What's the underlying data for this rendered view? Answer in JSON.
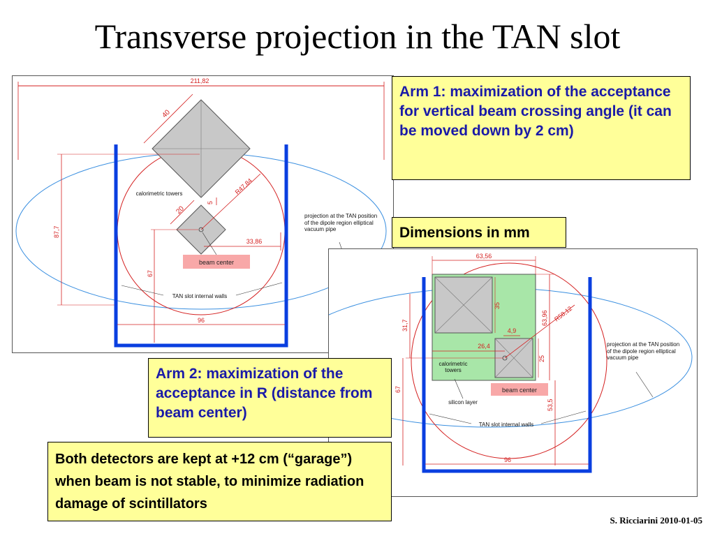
{
  "slide": {
    "title": "Transverse projection in the TAN slot",
    "footer": "S. Ricciarini 2010-01-05"
  },
  "notes": {
    "arm1": "Arm 1: maximization of the acceptance for vertical beam crossing angle (it can be moved down by 2 cm)",
    "dimensions": "Dimensions in mm",
    "arm2": "Arm 2: maximization of the acceptance in R (distance from beam center)",
    "garage": "Both detectors are kept at +12 cm (“garage”) when beam is not stable, to minimize radiation damage of scintillators"
  },
  "arm1_drawing": {
    "dim_width": "211,82",
    "dim_tower_large": "40",
    "dim_tower_small": "20",
    "dim_gap": "5",
    "dim_radius": "R47,84",
    "dim_offset": "33,86",
    "dim_height": "87,7",
    "dim_height_lower": "67",
    "dim_slot_width": "96",
    "label_towers": "calorimetric towers",
    "label_projection": "projection at the TAN position of the dipole region elliptical vacuum pipe",
    "label_beam_center": "beam center",
    "label_walls": "TAN slot internal walls"
  },
  "arm2_drawing": {
    "dim_width": "63,56",
    "dim_tower_large": "35",
    "dim_height_right": "63,96",
    "dim_radius": "R58,12",
    "dim_gap": "4,9",
    "dim_offset": "26,4",
    "dim_left": "31,7",
    "dim_tower_small": "25",
    "dim_lower_left": "67",
    "dim_lower_right": "53,5",
    "dim_slot_width": "96",
    "label_towers": "calorimetric towers",
    "label_beam_center": "beam center",
    "label_silicon": "silicon layer",
    "label_projection": "projection at the TAN position of the dipole region elliptical vacuum pipe",
    "label_walls": "TAN slot internal walls"
  },
  "colors": {
    "note_bg": "#ffff99",
    "note_text_blue": "#1a1aa8",
    "slot_walls": "#0a3fe0",
    "dimension_lines": "#d42020",
    "ellipse": "#3a8fe0",
    "tower_fill": "#c8c8c8",
    "beam_center_fill": "#f8a8a8",
    "silicon_fill": "#a8e6a8"
  }
}
